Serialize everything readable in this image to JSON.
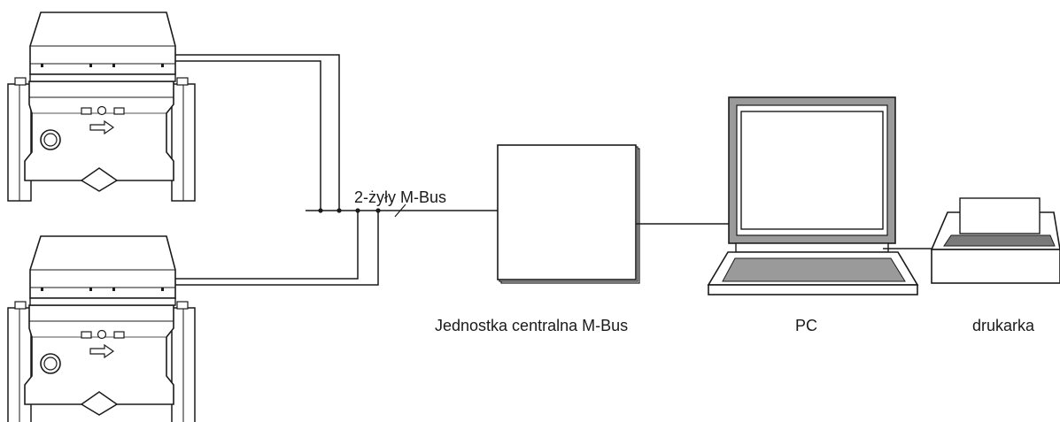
{
  "labels": {
    "bus": "2-żyły  M-Bus",
    "central_unit": "Jednostka centralna M-Bus",
    "pc": "PC",
    "printer": "drukarka"
  },
  "colors": {
    "line": "#1a1a1a",
    "fill": "#ffffff",
    "gray": "#9a9a9a",
    "dark_gray": "#7a7a7a"
  },
  "devices": [
    {
      "type": "heat-meter"
    },
    {
      "type": "heat-meter"
    },
    {
      "type": "m-bus-central-unit"
    },
    {
      "type": "pc"
    },
    {
      "type": "printer"
    }
  ]
}
